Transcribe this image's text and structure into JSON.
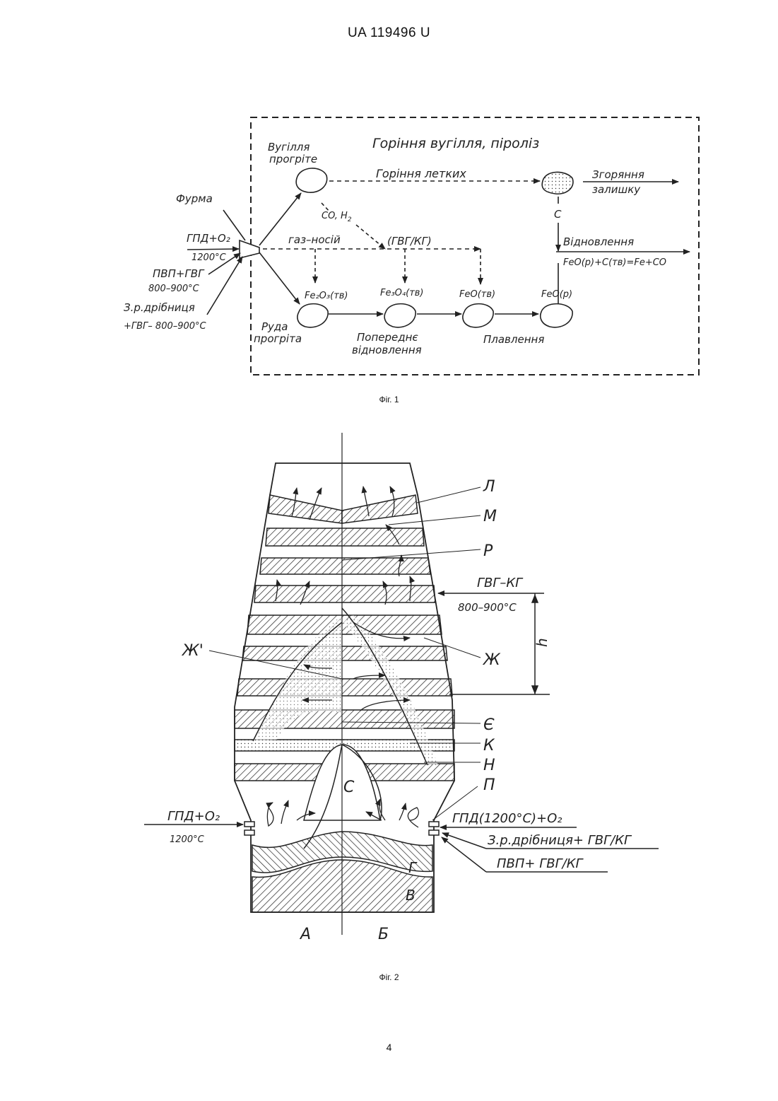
{
  "header": "UA   119496   U",
  "fig1": {
    "caption": "Фіг. 1",
    "title": "Горіння вугілля, піроліз",
    "coal_heated": [
      "Вугілля",
      "прогріте"
    ],
    "volatiles": "Горіння летких",
    "residue": [
      "Згоряння",
      "залишку"
    ],
    "co_h2": "CO, H",
    "h2_sub": "2",
    "carrier_gas": "газ–носій",
    "gvg_kg": "(ГВГ/КГ)",
    "c_label": "C",
    "reduction": "Відновлення",
    "fe2o3": "Fe₂O₃(тв)",
    "fe3o4": "Fe₃O₄(тв)",
    "feo_solid": "FeO(тв)",
    "feo_liquid": "FeO(р)",
    "equation": "FeO(р)+C(тв)=Fe+CO",
    "tuyere": "Фурма",
    "input1": "ГПД+O₂",
    "input1_temp": "1200°C",
    "input2": "ПВП+ГВГ",
    "input2_temp": "800–900°C",
    "input3": "З.р.дрібниця",
    "input3_b": "+ГВГ– 800–900°C",
    "ore_heated": [
      "Руда",
      "прогріта"
    ],
    "prereduction": [
      "Попереднє",
      "відновлення"
    ],
    "melting": "Плавлення"
  },
  "fig2": {
    "caption": "Фіг. 2",
    "zone_labels": [
      "Л",
      "М",
      "Р",
      "Ж",
      "Є",
      "К",
      "Н",
      "П",
      "Г",
      "В"
    ],
    "zh_prime": "Ж'",
    "s_label": "С",
    "gvg_kg_right": "ГВГ–КГ",
    "gvg_temp": "800–900°C",
    "h_label": "h",
    "left_input": "ГПД+O₂",
    "left_temp": "1200°C",
    "right_input1": "ГПД(1200°C)+O₂",
    "right_input2": "З.р.дрібниця+ ГВГ/КГ",
    "right_input3": "ПВП+ ГВГ/КГ",
    "half_a": "А",
    "half_b": "Б"
  },
  "page_number": "4"
}
